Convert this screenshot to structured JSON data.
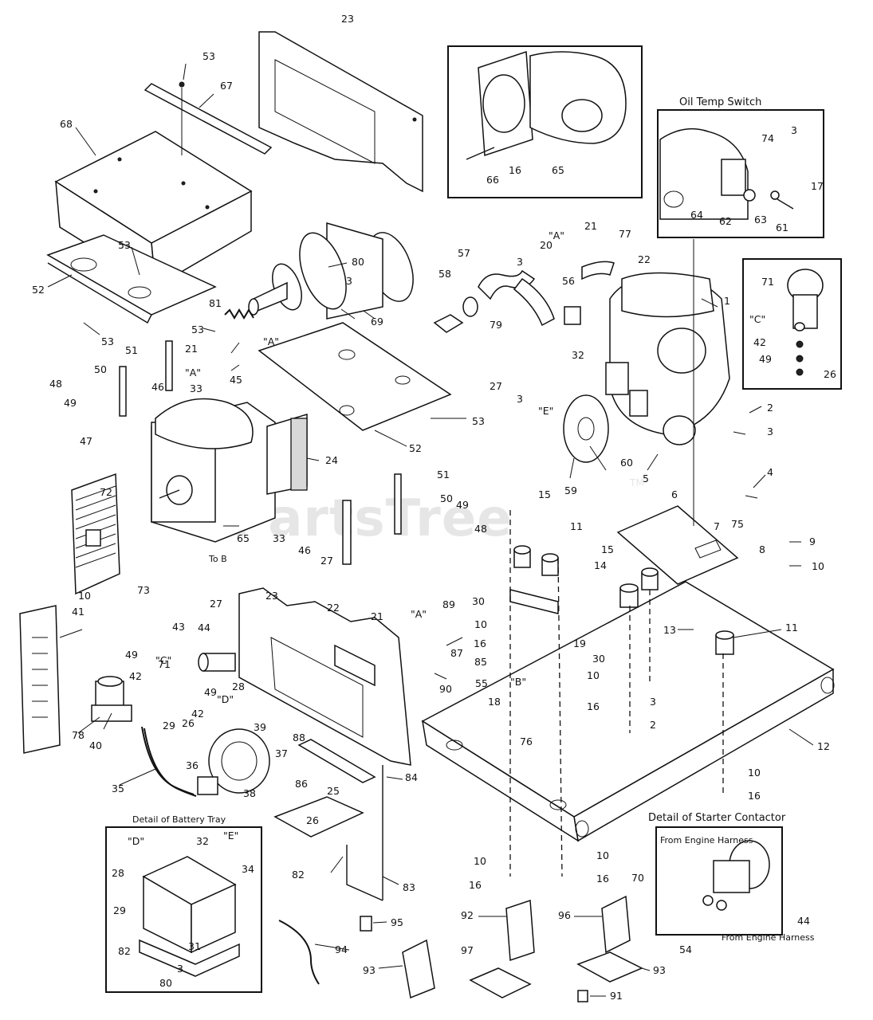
{
  "watermark": {
    "text": "PartsTree",
    "tm": "TM"
  },
  "insets": {
    "oil_temp_switch": "Oil Temp Switch",
    "battery_tray": "Detail of Battery Tray",
    "starter_contactor": "Detail of Starter Contactor",
    "harness_top": "From Engine Harness",
    "harness_bottom": "From Engine Harness",
    "to_b": "To B"
  },
  "connectors": {
    "A1": "\"A\"",
    "A2": "\"A\"",
    "A3": "\"A\"",
    "A4": "\"A\"",
    "B1": "\"B\"",
    "C1": "\"C\"",
    "C2": "\"C\"",
    "D1": "\"D\"",
    "D2": "\"D\"",
    "E1": "\"E\"",
    "E2": "\"E\""
  },
  "callouts": [
    "1",
    "2",
    "3",
    "4",
    "5",
    "6",
    "7",
    "8",
    "9",
    "10",
    "11",
    "12",
    "13",
    "14",
    "15",
    "16",
    "17",
    "18",
    "19",
    "20",
    "21",
    "22",
    "23",
    "24",
    "25",
    "26",
    "27",
    "28",
    "29",
    "30",
    "31",
    "32",
    "33",
    "34",
    "35",
    "36",
    "37",
    "38",
    "39",
    "40",
    "41",
    "42",
    "43",
    "44",
    "45",
    "46",
    "47",
    "48",
    "49",
    "50",
    "51",
    "52",
    "53",
    "54",
    "55",
    "56",
    "57",
    "58",
    "59",
    "60",
    "61",
    "62",
    "63",
    "64",
    "65",
    "66",
    "67",
    "68",
    "69",
    "70",
    "71",
    "72",
    "73",
    "74",
    "75",
    "76",
    "77",
    "78",
    "79",
    "80",
    "81",
    "82",
    "83",
    "84",
    "85",
    "86",
    "87",
    "88",
    "89",
    "90",
    "91",
    "92",
    "93",
    "94",
    "95",
    "96",
    "97"
  ],
  "callout_labels": {
    "c23": "23",
    "c53a": "53",
    "c67": "67",
    "c68": "68",
    "c53b": "53",
    "c52a": "52",
    "c53c": "53",
    "c80": "80",
    "c3a": "3",
    "c81": "81",
    "c69": "69",
    "c53d": "53",
    "c51a": "51",
    "c21a": "21",
    "c45": "45",
    "c46a": "46",
    "c33a": "33",
    "c50a": "50",
    "c48a": "48",
    "c49a": "49",
    "c47": "47",
    "c24": "24",
    "c53e": "53",
    "c52b": "52",
    "c72": "72",
    "c10a": "10",
    "c73": "73",
    "c27a": "27",
    "c65a": "65",
    "c33b": "33",
    "c46b": "46",
    "c27b": "27",
    "c51b": "51",
    "c50b": "50",
    "c49b": "49",
    "c48b": "48",
    "c66": "66",
    "c16a": "16",
    "c65b": "65",
    "c57": "57",
    "c58": "58",
    "c20": "20",
    "c3b": "3",
    "c21b": "21",
    "c77": "77",
    "c22a": "22",
    "c56": "56",
    "c79": "79",
    "c27c": "27",
    "c3c": "3",
    "c32a": "32",
    "c60": "60",
    "c59": "59",
    "c5": "5",
    "c1": "1",
    "c2a": "2",
    "c3d": "3",
    "c4": "4",
    "c7": "7",
    "c8": "8",
    "c6": "6",
    "c75": "75",
    "c9": "9",
    "c10b": "10",
    "c3e": "3",
    "c74": "74",
    "c17": "17",
    "c64": "64",
    "c62": "62",
    "c63": "63",
    "c61": "61",
    "c71a": "71",
    "c42a": "42",
    "c49c": "49",
    "c26a": "26",
    "c15a": "15",
    "c15b": "15",
    "c11a": "11",
    "c14": "14",
    "c11b": "11",
    "c13": "13",
    "c30a": "30",
    "c10c": "10",
    "c16b": "16",
    "c19": "19",
    "c30b": "30",
    "c85": "85",
    "c10d": "10",
    "c55": "55",
    "c16c": "16",
    "c18": "18",
    "c76": "76",
    "c3f": "3",
    "c2b": "2",
    "c12": "12",
    "c10e": "10",
    "c16d": "16",
    "c41": "41",
    "c23b": "23",
    "c22b": "22",
    "c21c": "21",
    "c89": "89",
    "c87": "87",
    "c90": "90",
    "c43": "43",
    "c44a": "44",
    "c71b": "71",
    "c49d": "49",
    "c42b": "42",
    "c28a": "28",
    "c49e": "49",
    "c29a": "29",
    "c26b": "26",
    "c42c": "42",
    "c78": "78",
    "c40": "40",
    "c39": "39",
    "c88": "88",
    "c37": "37",
    "c86": "86",
    "c35": "35",
    "c36": "36",
    "c38": "38",
    "c25": "25",
    "c84": "84",
    "c26c": "26",
    "c82a": "82",
    "c83": "83",
    "c10f": "10",
    "c16e": "16",
    "c10g": "10",
    "c16f": "16",
    "c92": "92",
    "c96": "96",
    "c93a": "93",
    "c97": "97",
    "c93b": "93",
    "c91": "91",
    "c95": "95",
    "c94": "94",
    "c70": "70",
    "c54": "54",
    "c44b": "44",
    "c28b": "28",
    "c32b": "32",
    "c34": "34",
    "c29b": "29",
    "c31": "31",
    "c82b": "82",
    "c3g": "3",
    "c80b": "80"
  }
}
